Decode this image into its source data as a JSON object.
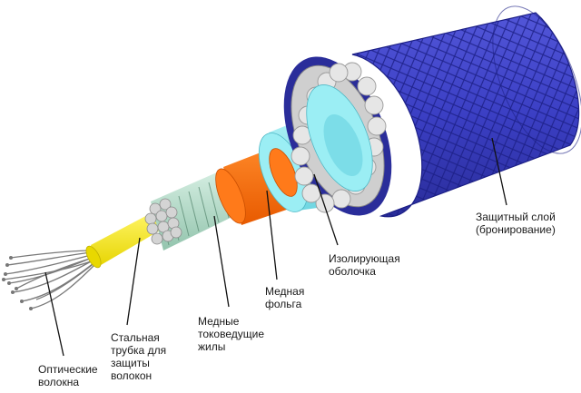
{
  "colors": {
    "armor": "#3b3fc4",
    "armor_mesh": "#1c1f86",
    "wires": "#b4d8c8",
    "copper_foil": "#ff6a00",
    "insulation": "#8ee8f0",
    "steel_tube": "#ffee00",
    "fibers": "#7a7a7a",
    "leader": "#111111"
  },
  "labels": {
    "fibers": "Оптические\nволокна",
    "tube": "Стальная\nтрубка для\nзащиты\nволокон",
    "wires": "Медные\nтоковедущие\nжилы",
    "foil": "Медная\nфольга",
    "insulation": "Изолирующая\nоболочка",
    "armor": "Защитный слой\n(бронирование)"
  }
}
